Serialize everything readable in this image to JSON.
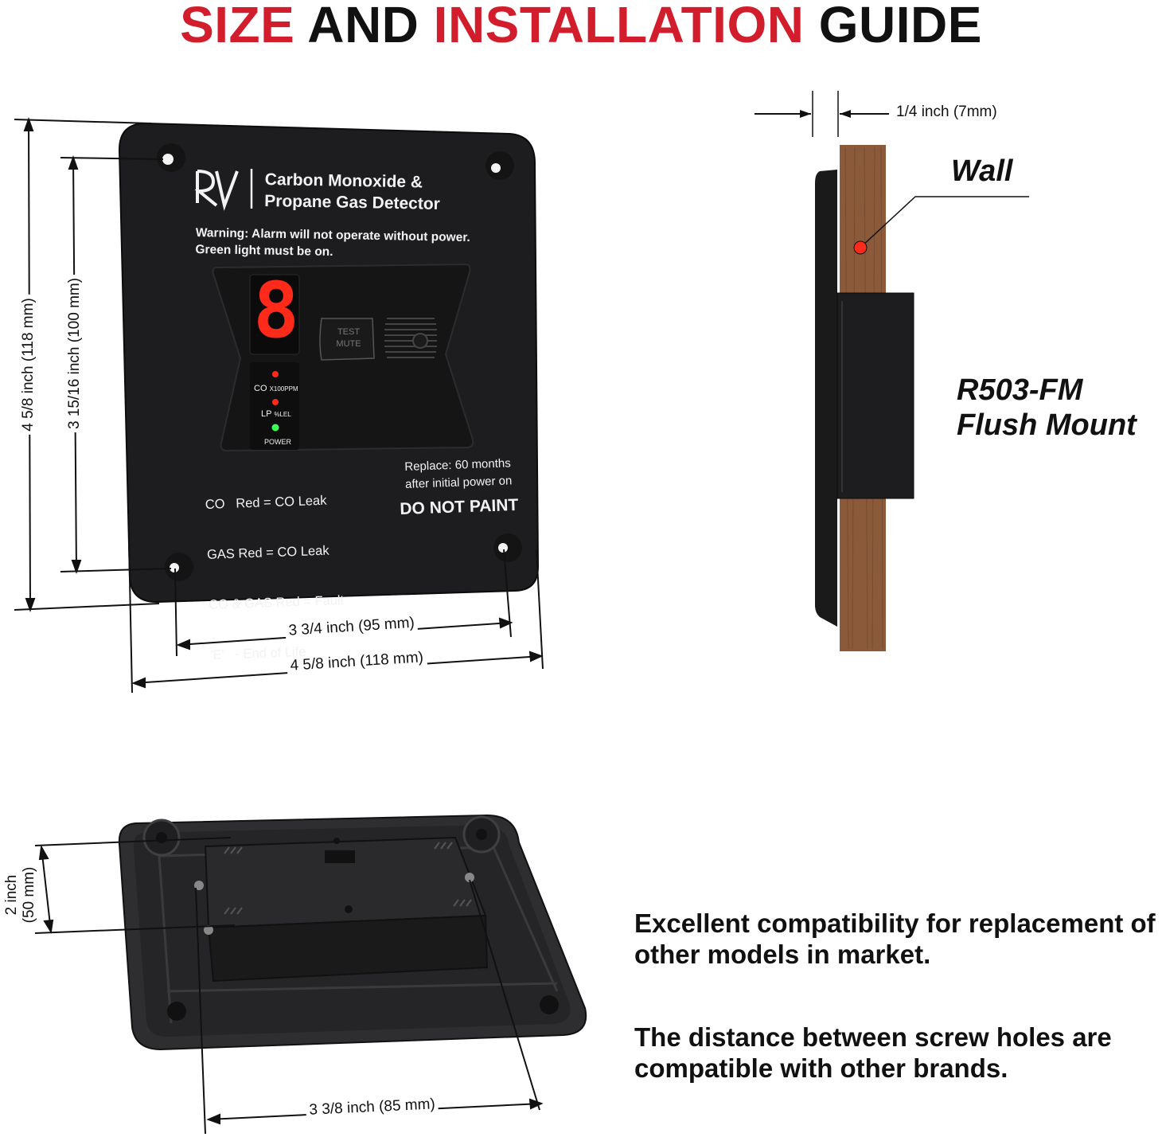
{
  "title": {
    "part1": "SIZE",
    "part2": "AND",
    "part3": "INSTALLATION",
    "part4": "GUIDE"
  },
  "colors": {
    "accent_red": "#d21d2c",
    "panel_black": "#1d1d1f",
    "wall_wood": "#8a5a3a",
    "led_red": "#ff2a1a",
    "led_green": "#3dff5a"
  },
  "front_view": {
    "brand_logo": "RV",
    "product_line1": "Carbon Monoxide &",
    "product_line2": "Propane Gas Detector",
    "warning_line1": "Warning: Alarm will not operate without power.",
    "warning_line2": "Green light must be on.",
    "display_digit": "8",
    "button_line1": "TEST",
    "button_line2": "MUTE",
    "led_co": "CO",
    "led_co_unit": "X100PPM",
    "led_lp": "LP",
    "led_lp_unit": "%LEL",
    "led_power": "POWER",
    "legend": [
      "CO   Red = CO Leak",
      "GAS Red = CO Leak",
      "CO & GAS Red = Fault",
      "'E'   - End of Life"
    ],
    "replace_line1": "Replace:  60 months",
    "replace_line2": "after initial power on",
    "do_not_paint": "DO NOT PAINT"
  },
  "dimensions": {
    "outer_height": "4 5/8 inch (118 mm)",
    "hole_height": "3 15/16 inch (100 mm)",
    "hole_width": "3 3/4  inch (95 mm)",
    "outer_width": "4 5/8  inch (118 mm)",
    "depth": "1/4  inch (7mm)",
    "back_depth": "2 inch (50 mm)",
    "back_depth_line1": "2 inch",
    "back_depth_line2": "(50 mm)",
    "back_width": "3 3/8  inch (85 mm)"
  },
  "side_view": {
    "wall_label": "Wall",
    "model_line1": "R503-FM",
    "model_line2": "Flush Mount"
  },
  "notes": {
    "compat1_line1": "Excellent compatibility for replacement of",
    "compat1_line2": "other models in market.",
    "compat2_line1": "The distance between screw holes are",
    "compat2_line2": "compatible with other brands."
  }
}
